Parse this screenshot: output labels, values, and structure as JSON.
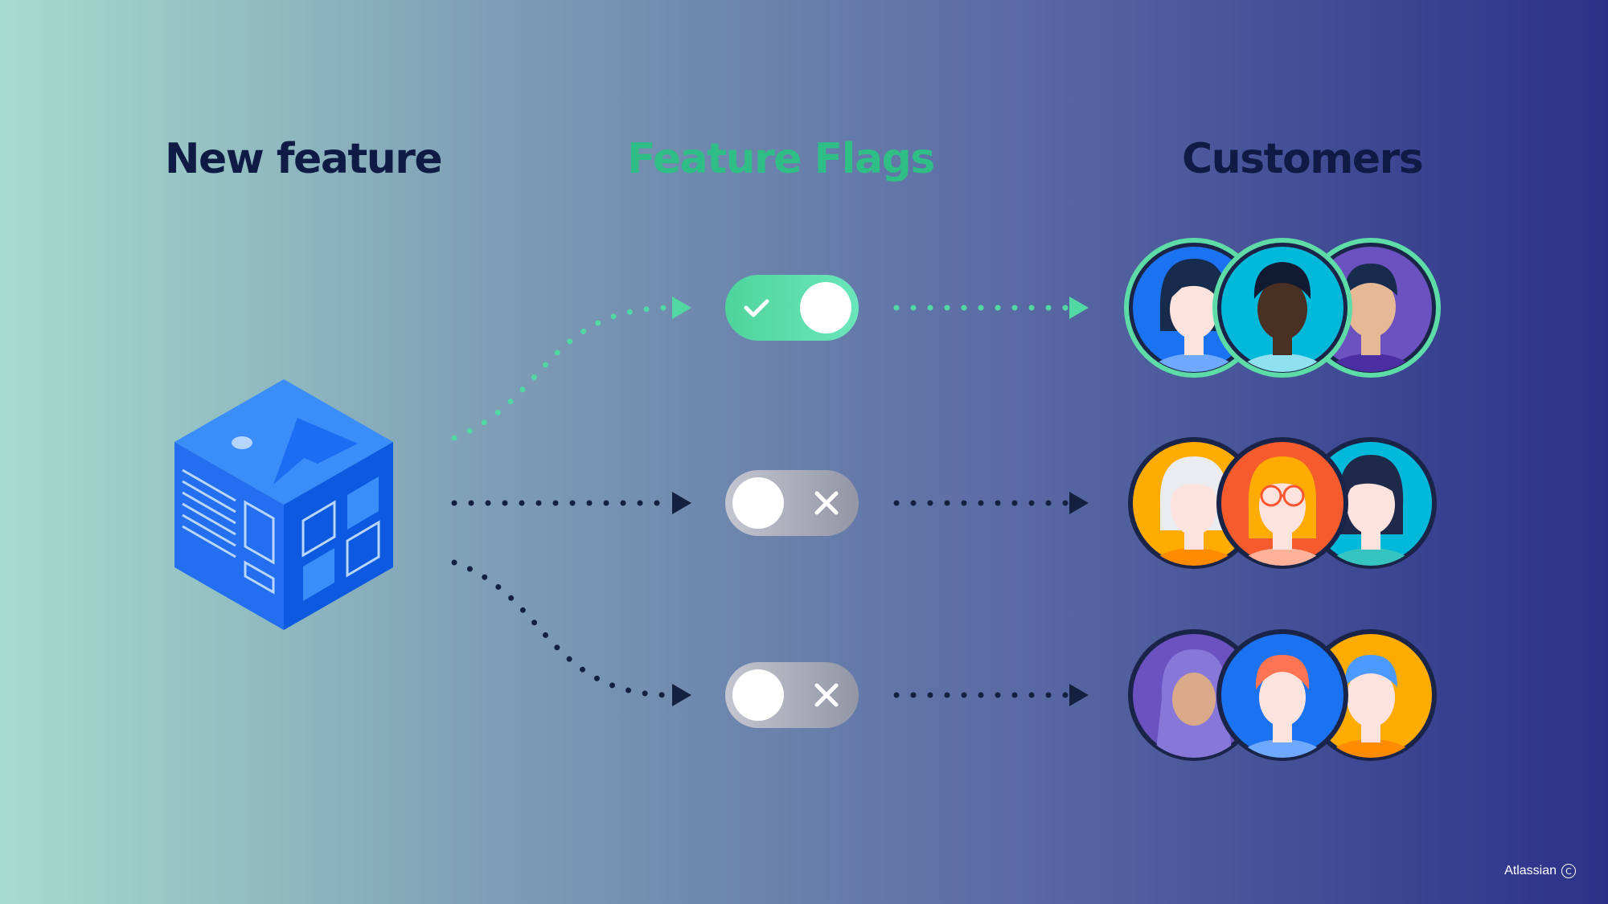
{
  "headings": {
    "new_feature": "New feature",
    "feature_flags": "Feature Flags",
    "customers": "Customers"
  },
  "flags": [
    {
      "state": "on",
      "icon": "check-icon"
    },
    {
      "state": "off",
      "icon": "x-icon"
    },
    {
      "state": "off",
      "icon": "x-icon"
    }
  ],
  "customer_groups": [
    {
      "enabled": true,
      "avatars": 3
    },
    {
      "enabled": false,
      "avatars": 3
    },
    {
      "enabled": false,
      "avatars": 3
    }
  ],
  "footer": {
    "brand": "Atlassian",
    "symbol": "C"
  },
  "colors": {
    "enabled": "#52d8a3",
    "disabled": "#14203f",
    "cube": "#2c7df7",
    "title_dark": "#0f1b44",
    "title_green": "#2fbe86"
  }
}
